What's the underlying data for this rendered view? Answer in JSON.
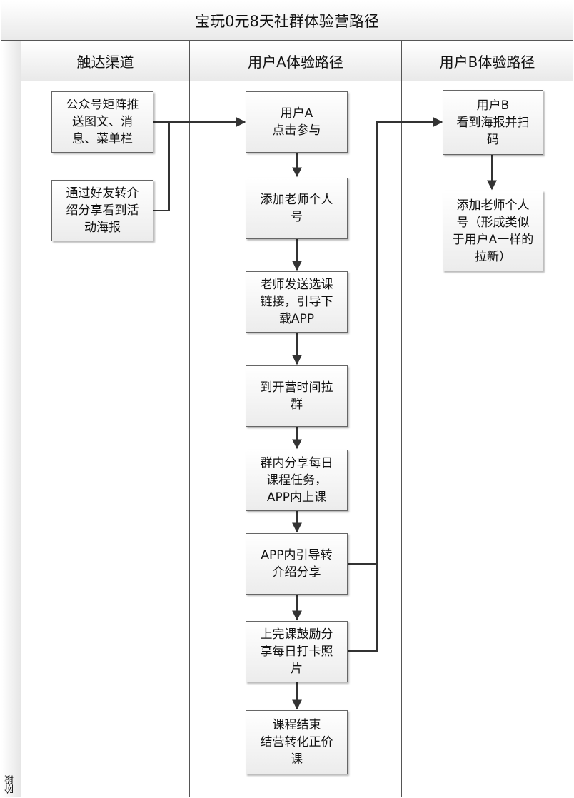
{
  "title": "宝玩0元8天社群体验营路径",
  "phase_label": "阶段",
  "lanes": [
    {
      "header": "触达渠道"
    },
    {
      "header": "用户A体验路径"
    },
    {
      "header": "用户B体验路径"
    }
  ],
  "nodes": {
    "channel_1": "公众号矩阵推\n送图文、消\n息、菜单栏",
    "channel_2": "通过好友转介\n绍分享看到活\n动海报",
    "a_1": "用户A\n点击参与",
    "a_2": "添加老师个人\n号",
    "a_3": "老师发送选课\n链接，引导下\n载APP",
    "a_4": "到开营时间拉\n群",
    "a_5": "群内分享每日\n课程任务，\nAPP内上课",
    "a_6": "APP内引导转\n介绍分享",
    "a_7": "上完课鼓励分\n享每日打卡照\n片",
    "a_8": "课程结束\n结营转化正价\n课",
    "b_1": "用户B\n看到海报并扫\n码",
    "b_2": "添加老师个人\n号（形成类似\n于用户A一样的\n拉新）"
  },
  "style": {
    "line_color": "#333333",
    "border_color": "#555555",
    "node_fill": "#f0f0f0"
  }
}
